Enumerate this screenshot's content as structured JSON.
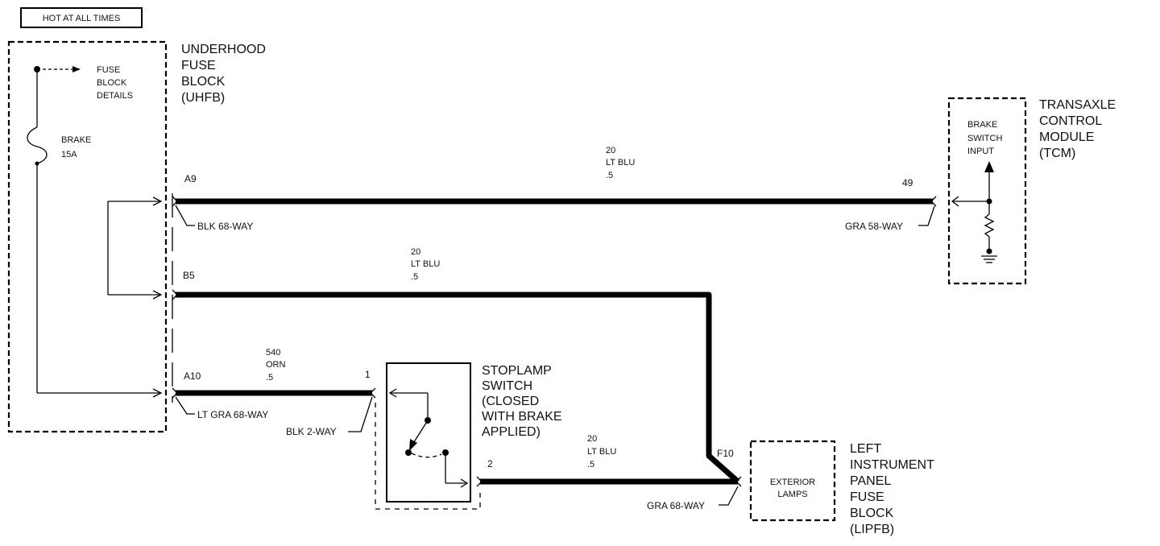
{
  "header": {
    "hot_label": "HOT AT ALL TIMES"
  },
  "uhfb": {
    "title_lines": [
      "UNDERHOOD",
      "FUSE",
      "BLOCK",
      "(UHFB)"
    ],
    "fuse_details_lines": [
      "FUSE",
      "BLOCK",
      "DETAILS"
    ],
    "fuse_lines": [
      "BRAKE",
      "15A"
    ],
    "pin_a9": "A9",
    "pin_b5": "B5",
    "pin_a10": "A10",
    "conn_blk": "BLK 68-WAY",
    "conn_ltgra": "LT GRA 68-WAY"
  },
  "tcm": {
    "title_lines": [
      "TRANSAXLE",
      "CONTROL",
      "MODULE",
      "(TCM)"
    ],
    "input_lines": [
      "BRAKE",
      "SWITCH",
      "INPUT"
    ],
    "pin": "49",
    "conn": "GRA 58-WAY"
  },
  "stoplamp": {
    "title_lines": [
      "STOPLAMP",
      "SWITCH",
      "(CLOSED",
      "WITH BRAKE",
      "APPLIED)"
    ],
    "pin1": "1",
    "pin2": "2",
    "conn": "BLK 2-WAY"
  },
  "lipfb": {
    "title_lines": [
      "LEFT",
      "INSTRUMENT",
      "PANEL",
      "FUSE",
      "BLOCK",
      "(LIPFB)"
    ],
    "inner_lines": [
      "EXTERIOR",
      "LAMPS"
    ],
    "pin": "F10",
    "conn": "GRA 68-WAY"
  },
  "wires": {
    "w1": [
      "20",
      "LT BLU",
      ".5"
    ],
    "w2": [
      "20",
      "LT BLU",
      ".5"
    ],
    "w3": [
      "540",
      "ORN",
      ".5"
    ],
    "w4": [
      "20",
      "LT BLU",
      ".5"
    ]
  }
}
